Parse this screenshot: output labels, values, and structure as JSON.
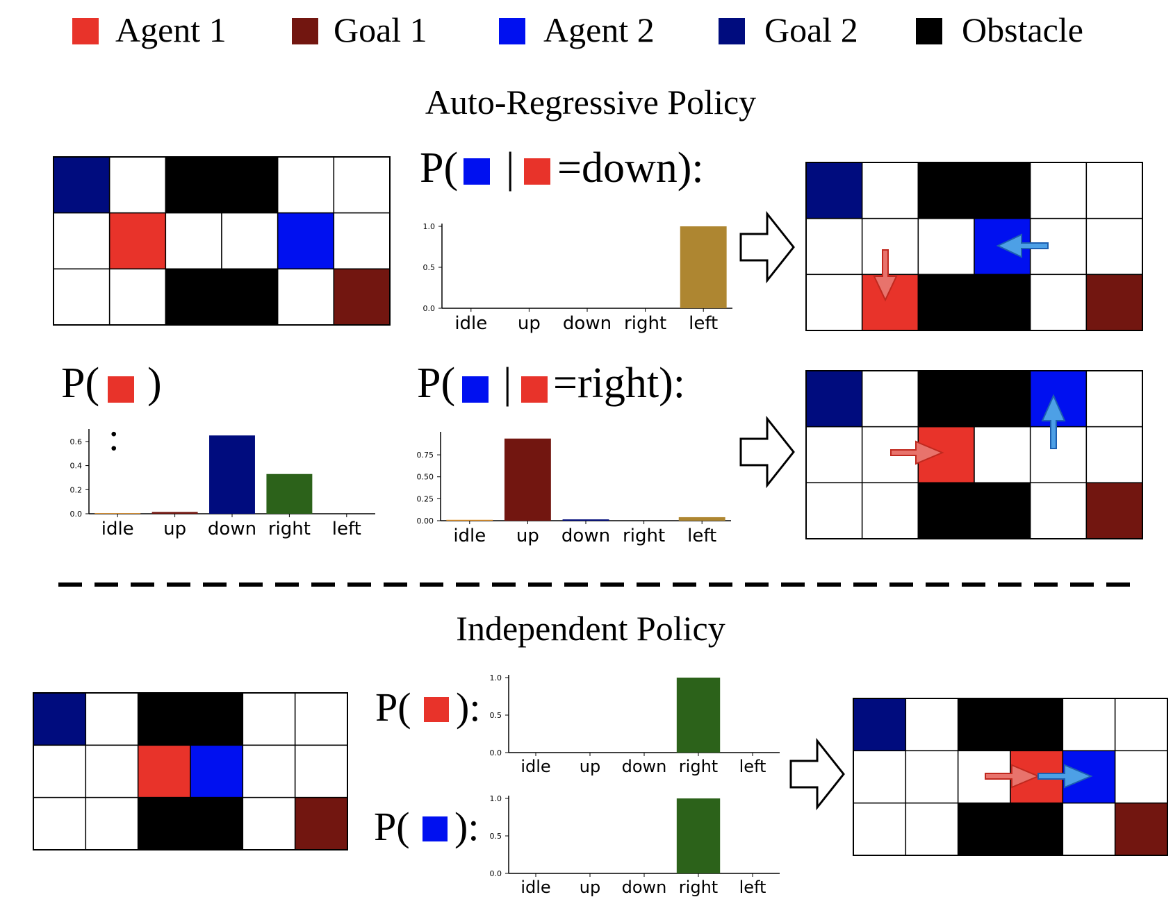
{
  "colors": {
    "agent1": "#e8332a",
    "goal1": "#721610",
    "agent2": "#0010f0",
    "goal2": "#000c7e",
    "obstacle": "#000000",
    "empty": "#ffffff",
    "arrow_red": "#e8736c",
    "arrow_blue": "#4da0e6",
    "bar_idle": "#e8962a",
    "bar_up": "#721610",
    "bar_down": "#000c7e",
    "bar_right": "#2c621a",
    "bar_left": "#ae8631"
  },
  "legend": [
    {
      "label": "Agent 1",
      "color": "#e8332a"
    },
    {
      "label": "Goal 1",
      "color": "#721610"
    },
    {
      "label": "Agent 2",
      "color": "#0010f0"
    },
    {
      "label": "Goal 2",
      "color": "#000c7e"
    },
    {
      "label": "Obstacle",
      "color": "#000000"
    }
  ],
  "sections": {
    "auto_regressive_title": "Auto-Regressive Policy",
    "independent_title": "Independent Policy"
  },
  "formulas": {
    "p_open": "P(",
    "p_close": ")",
    "p_close_colon": "):",
    "bar_sep": "|",
    "eq_down": "=down):",
    "eq_right": "=right):",
    "colon_mark": ":"
  },
  "grid_cell_key": "E=empty, O=obstacle, A1=agent 1, G1=goal 1, A2=agent 2, G2=goal 2",
  "grids": {
    "ar_initial": [
      [
        "G2",
        "E",
        "O",
        "O",
        "E",
        "E"
      ],
      [
        "E",
        "A1",
        "E",
        "E",
        "A2",
        "E"
      ],
      [
        "E",
        "E",
        "O",
        "O",
        "E",
        "G1"
      ]
    ],
    "ar_down_result": [
      [
        "G2",
        "E",
        "O",
        "O",
        "E",
        "E"
      ],
      [
        "E",
        "E",
        "E",
        "A2",
        "E",
        "E"
      ],
      [
        "E",
        "A1",
        "O",
        "O",
        "E",
        "G1"
      ]
    ],
    "ar_right_result": [
      [
        "G2",
        "E",
        "O",
        "O",
        "A2",
        "E"
      ],
      [
        "E",
        "E",
        "A1",
        "E",
        "E",
        "E"
      ],
      [
        "E",
        "E",
        "O",
        "O",
        "E",
        "G1"
      ]
    ],
    "ind_initial": [
      [
        "G2",
        "E",
        "O",
        "O",
        "E",
        "E"
      ],
      [
        "E",
        "E",
        "A1",
        "A2",
        "E",
        "E"
      ],
      [
        "E",
        "E",
        "O",
        "O",
        "E",
        "G1"
      ]
    ],
    "ind_result": [
      [
        "G2",
        "E",
        "O",
        "O",
        "E",
        "E"
      ],
      [
        "E",
        "E",
        "E",
        "A1",
        "A2",
        "E"
      ],
      [
        "E",
        "E",
        "O",
        "O",
        "E",
        "G1"
      ]
    ]
  },
  "chart_data": [
    {
      "id": "p_agent1",
      "type": "bar",
      "categories": [
        "idle",
        "up",
        "down",
        "right",
        "left"
      ],
      "values": [
        0.005,
        0.015,
        0.65,
        0.33,
        0.0
      ],
      "ylim": [
        0,
        0.68
      ],
      "yticks": [
        "0.0",
        "0.2",
        "0.4",
        "0.6"
      ],
      "ytick_values": [
        0,
        0.2,
        0.4,
        0.6
      ]
    },
    {
      "id": "p_agent2_given_down",
      "type": "bar",
      "categories": [
        "idle",
        "up",
        "down",
        "right",
        "left"
      ],
      "values": [
        0,
        0,
        0,
        0,
        1.0
      ],
      "ylim": [
        0,
        1.0
      ],
      "yticks": [
        "0.0",
        "0.5",
        "1.0"
      ],
      "ytick_values": [
        0,
        0.5,
        1.0
      ]
    },
    {
      "id": "p_agent2_given_right",
      "type": "bar",
      "categories": [
        "idle",
        "up",
        "down",
        "right",
        "left"
      ],
      "values": [
        0.01,
        0.935,
        0.015,
        0.0,
        0.04
      ],
      "ylim": [
        0,
        0.98
      ],
      "yticks": [
        "0.00",
        "0.25",
        "0.50",
        "0.75"
      ],
      "ytick_values": [
        0,
        0.25,
        0.5,
        0.75
      ]
    },
    {
      "id": "ind_agent1",
      "type": "bar",
      "categories": [
        "idle",
        "up",
        "down",
        "right",
        "left"
      ],
      "values": [
        0,
        0,
        0,
        1.0,
        0
      ],
      "ylim": [
        0,
        1.0
      ],
      "yticks": [
        "0.0",
        "0.5",
        "1.0"
      ],
      "ytick_values": [
        0,
        0.5,
        1.0
      ]
    },
    {
      "id": "ind_agent2",
      "type": "bar",
      "categories": [
        "idle",
        "up",
        "down",
        "right",
        "left"
      ],
      "values": [
        0,
        0,
        0,
        1.0,
        0
      ],
      "ylim": [
        0,
        1.0
      ],
      "yticks": [
        "0.0",
        "0.5",
        "1.0"
      ],
      "ytick_values": [
        0,
        0.5,
        1.0
      ]
    }
  ]
}
